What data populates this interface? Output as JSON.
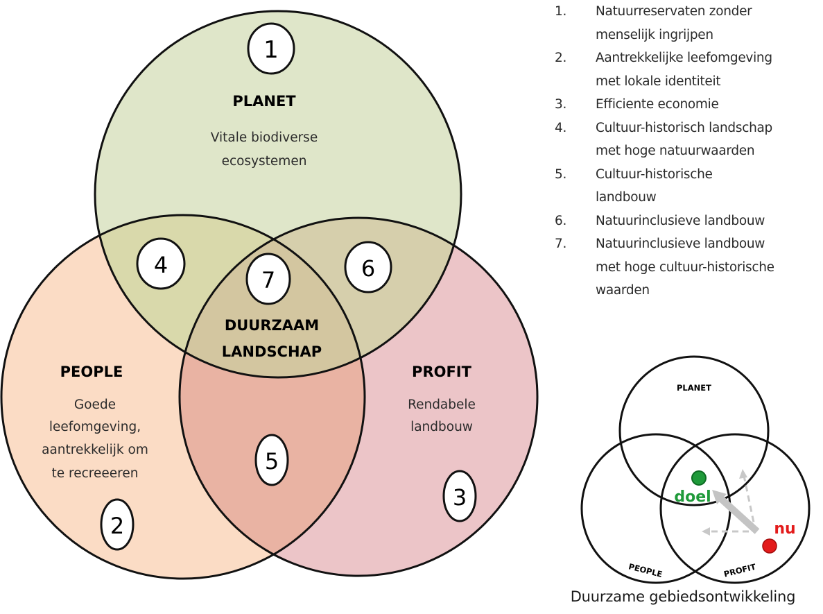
{
  "main_diagram": {
    "colors": {
      "planet_fill": "#dfe6c9",
      "people_fill": "#fbdcc5",
      "profit_fill": "#ecc5c8",
      "planet_people_fill": "#d9d9ab",
      "planet_profit_fill": "#d6cfac",
      "people_profit_fill": "#e9b3a3",
      "center_fill": "#d3c6a0",
      "outline": "#111111",
      "badge_fill": "#ffffff"
    },
    "sets": [
      {
        "id": "planet",
        "title": "PLANET",
        "description_lines": [
          "Vitale biodiverse",
          "ecosystemen"
        ]
      },
      {
        "id": "people",
        "title": "PEOPLE",
        "description_lines": [
          "Goede",
          "leefomgeving,",
          "aantrekkelijk om",
          "te recreeeren"
        ]
      },
      {
        "id": "profit",
        "title": "PROFIT",
        "description_lines": [
          "Rendabele",
          "landbouw"
        ]
      }
    ],
    "center_label_lines": [
      "DUURZAAM",
      "LANDSCHAP"
    ],
    "badges": [
      {
        "number": "1",
        "region": "planet"
      },
      {
        "number": "2",
        "region": "people"
      },
      {
        "number": "3",
        "region": "profit"
      },
      {
        "number": "4",
        "region": "planet-people"
      },
      {
        "number": "5",
        "region": "people-profit"
      },
      {
        "number": "6",
        "region": "planet-profit"
      },
      {
        "number": "7",
        "region": "planet-people-profit"
      }
    ]
  },
  "legend": {
    "items": [
      {
        "number": "1.",
        "lines": [
          "Natuurreservaten  zonder",
          "menselijk ingrijpen"
        ]
      },
      {
        "number": "2.",
        "lines": [
          "Aantrekkelijke leefomgeving",
          "met lokale identiteit"
        ]
      },
      {
        "number": "3.",
        "lines": [
          "Efficiente economie"
        ]
      },
      {
        "number": "4.",
        "lines": [
          "Cultuur-historisch landschap",
          "met hoge natuurwaarden"
        ]
      },
      {
        "number": "5.",
        "lines": [
          "Cultuur-historische",
          "landbouw"
        ]
      },
      {
        "number": "6.",
        "lines": [
          "Natuurinclusieve landbouw"
        ]
      },
      {
        "number": "7.",
        "lines": [
          "Natuurinclusieve landbouw",
          "met hoge cultuur-historische",
          "waarden"
        ]
      }
    ]
  },
  "small_diagram": {
    "labels": {
      "planet": "PLANET",
      "people": "PEOPLE",
      "profit": "PROFIT"
    },
    "goal_label": "doel",
    "current_label": "nu",
    "colors": {
      "goal": "#1f9a3a",
      "current": "#e31b1b",
      "arrow": "#c4c4c4",
      "outline": "#111111"
    },
    "caption": "Duurzame gebiedsontwikkeling"
  }
}
